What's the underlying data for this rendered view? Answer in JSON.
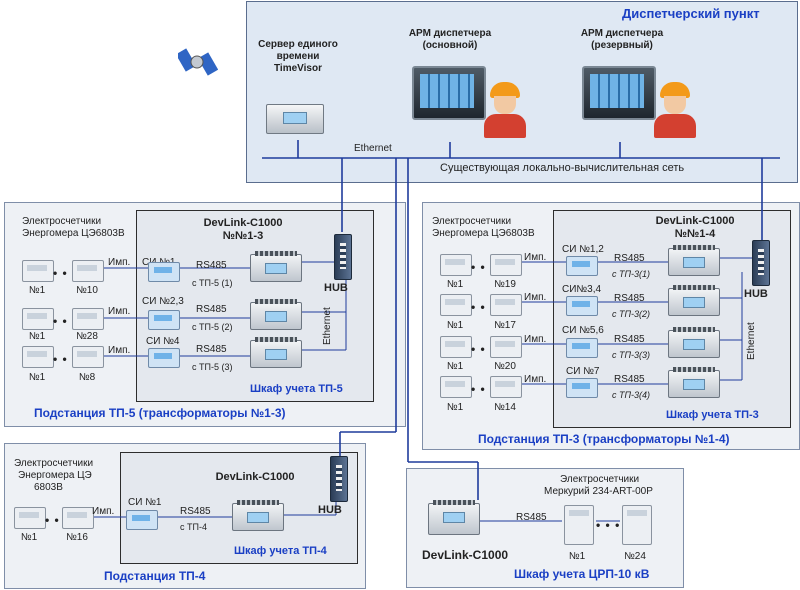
{
  "dispatch": {
    "title": "Диспетчерский пункт",
    "server_label_1": "Сервер единого",
    "server_label_2": "времени",
    "server_label_3": "TimeVisor",
    "arm_main_1": "АРМ диспетчера",
    "arm_main_2": "(основной)",
    "arm_reserve_1": "АРМ диспетчера",
    "arm_reserve_2": "(резервный)",
    "ethernet": "Ethernet",
    "lan": "Существующая локально-вычислительная сеть"
  },
  "tp5": {
    "meters_title_1": "Электросчетчики",
    "meters_title_2": "Энергомера ЦЭ6803В",
    "device_1": "DevLink-C1000",
    "device_2": "№№1-3",
    "rows": [
      {
        "first": "№1",
        "last": "№10",
        "imp": "Имп.",
        "si": "СИ №1",
        "rs": "RS485",
        "from": "с ТП-5 (1)"
      },
      {
        "first": "№1",
        "last": "№28",
        "imp": "Имп.",
        "si": "СИ №2,3",
        "rs": "RS485",
        "from": "с ТП-5 (2)"
      },
      {
        "first": "№1",
        "last": "№8",
        "imp": "Имп.",
        "si": "СИ №4",
        "rs": "RS485",
        "from": "с ТП-5 (3)"
      }
    ],
    "hub": "HUB",
    "ethernet": "Ethernet",
    "cabinet": "Шкаф учета ТП-5",
    "title": "Подстанция ТП-5 (трансформаторы №1-3)"
  },
  "tp3": {
    "meters_title_1": "Электросчетчики",
    "meters_title_2": "Энергомера ЦЭ6803В",
    "device_1": "DevLink-C1000",
    "device_2": "№№1-4",
    "rows": [
      {
        "first": "№1",
        "last": "№19",
        "imp": "Имп.",
        "si": "СИ №1,2",
        "rs": "RS485",
        "from": "с ТП-3(1)"
      },
      {
        "first": "№1",
        "last": "№17",
        "imp": "Имп.",
        "si": "СИ№3,4",
        "rs": "RS485",
        "from": "с ТП-3(2)"
      },
      {
        "first": "№1",
        "last": "№20",
        "imp": "Имп.",
        "si": "СИ №5,6",
        "rs": "RS485",
        "from": "с ТП-3(3)"
      },
      {
        "first": "№1",
        "last": "№14",
        "imp": "Имп.",
        "si": "СИ №7",
        "rs": "RS485",
        "from": "с ТП-3(4)"
      }
    ],
    "hub": "HUB",
    "ethernet": "Ethernet",
    "cabinet": "Шкаф учета ТП-3",
    "title": "Подстанция ТП-3 (трансформаторы №1-4)"
  },
  "tp4": {
    "meters_title_1": "Электросчетчики",
    "meters_title_2": "Энергомера ЦЭ",
    "meters_title_3": "6803В",
    "device": "DevLink-C1000",
    "row": {
      "first": "№1",
      "last": "№16",
      "imp": "Имп.",
      "si": "СИ №1",
      "rs": "RS485",
      "from": "с ТП-4"
    },
    "hub": "HUB",
    "cabinet": "Шкаф учета ТП-4",
    "title": "Подстанция ТП-4"
  },
  "crp": {
    "meters_title_1": "Электросчетчики",
    "meters_title_2": "Меркурий 234-ART-00P",
    "device": "DevLink-C1000",
    "rs": "RS485",
    "first": "№1",
    "last": "№24",
    "title": "Шкаф учета ЦРП-10 кВ"
  },
  "dots": "• • •",
  "icons": [
    "satellite-icon",
    "server-icon",
    "monitor-icon",
    "operator-icon",
    "meter-icon",
    "impulse-counter-icon",
    "devlink-icon",
    "hub-icon"
  ]
}
